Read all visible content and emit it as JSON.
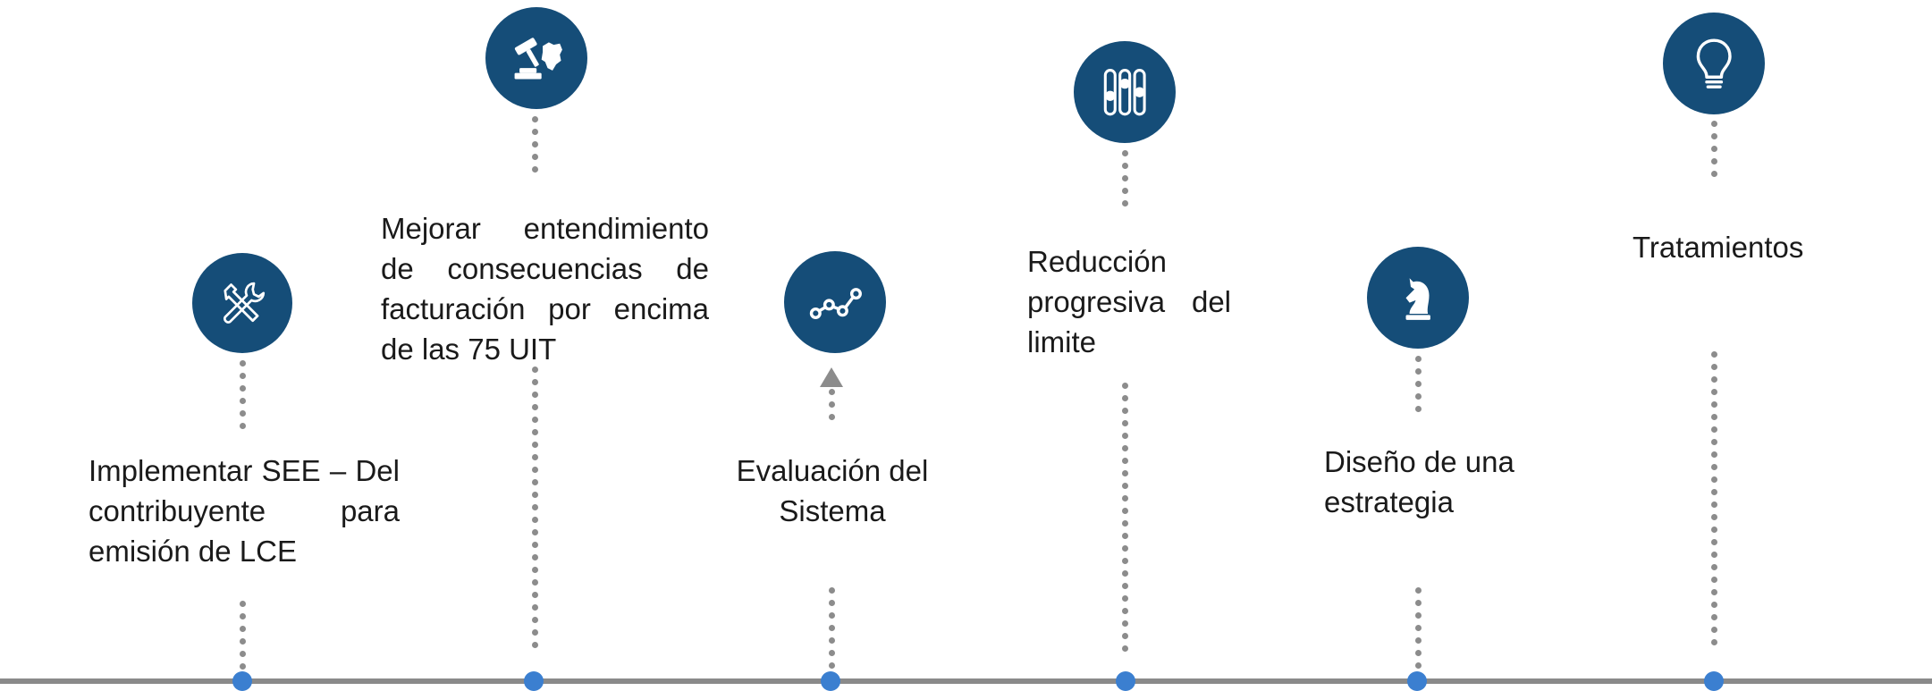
{
  "steps": [
    {
      "label": "Implementar SEE – Del contribuyente para emisión de LCE",
      "icon": "wrench-screwdriver-icon"
    },
    {
      "label": "Mejorar entendimiento de consecuencias de facturación por encima de las 75 UIT",
      "icon": "gavel-map-icon"
    },
    {
      "label": "Evaluación del Sistema",
      "icon": "line-chart-icon"
    },
    {
      "label": "Reducción progresiva del limite",
      "icon": "sliders-icon"
    },
    {
      "label": "Diseño de una estrategia",
      "icon": "chess-knight-icon"
    },
    {
      "label": "Tratamientos",
      "icon": "lightbulb-icon"
    }
  ],
  "colors": {
    "icon_bg": "#154d78",
    "timeline": "#8a8a8a",
    "node": "#3b7fd0",
    "connector": "#8c8c8c"
  }
}
